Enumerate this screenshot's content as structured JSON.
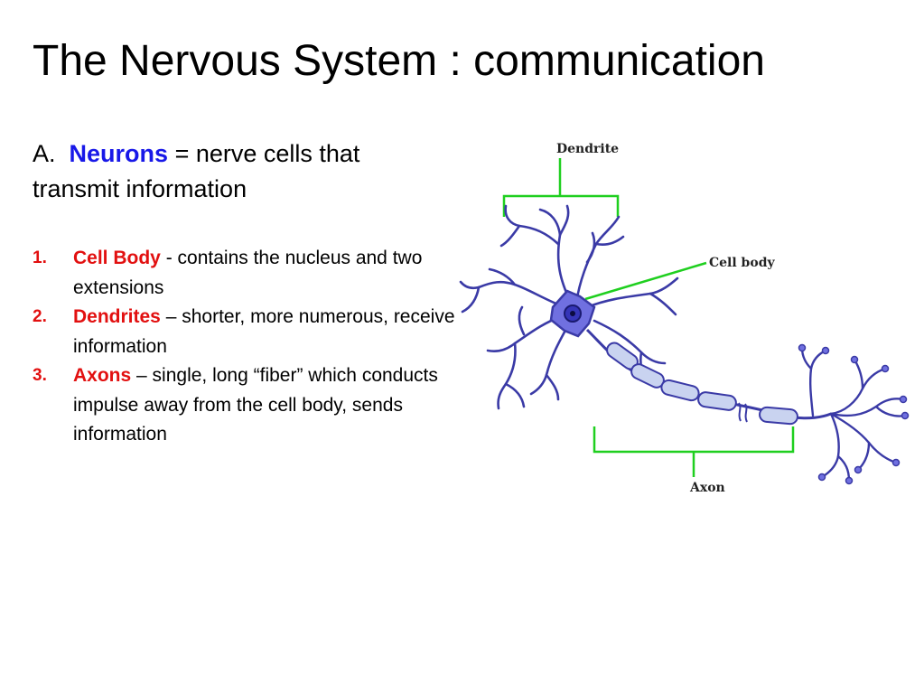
{
  "slide": {
    "title": "The Nervous System : communication",
    "intro": {
      "prefix": "A.",
      "term": "Neurons",
      "rest_line1": "= nerve cells that",
      "rest_line2": "transmit information"
    },
    "items": [
      {
        "number": "1.",
        "term": "Cell Body",
        "description": "- contains the nucleus and two extensions"
      },
      {
        "number": "2.",
        "term": "Dendrites",
        "description": "– shorter, more numerous, receive information"
      },
      {
        "number": "3.",
        "term": "Axons",
        "description": "– single, long “fiber” which conducts impulse away from the cell body, sends information"
      }
    ]
  },
  "diagram": {
    "labels": {
      "dendrite": "Dendrite",
      "cell_body": "Cell body",
      "axon": "Axon"
    },
    "colors": {
      "bracket": "#1fcf1f",
      "neuron": "#3a3aa6",
      "cell_fill": "#7070e0",
      "myelin": "#c9d3f0"
    }
  }
}
